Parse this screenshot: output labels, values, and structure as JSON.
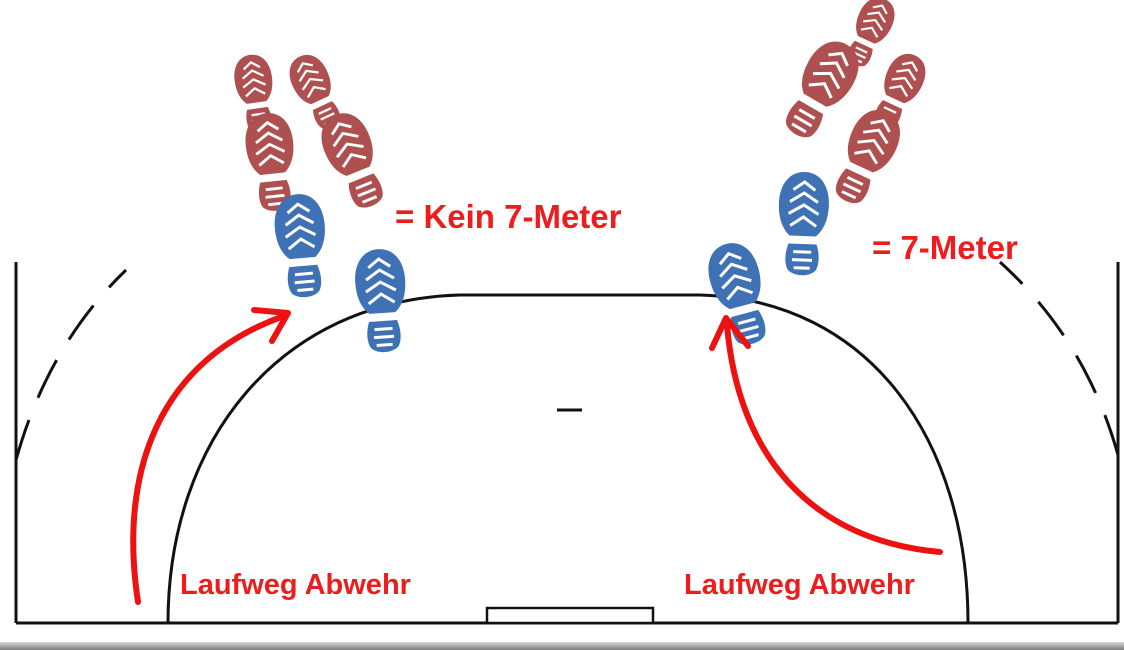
{
  "labels": {
    "no_penalty": "= Kein 7-Meter",
    "penalty": "= 7-Meter",
    "defense_path_left": "Laufweg Abwehr",
    "defense_path_right": "Laufweg Abwehr"
  },
  "colors": {
    "text_red": "#ee1c1c",
    "arrow_red": "#ee1111",
    "shoe_blue": "#3f72b4",
    "shoe_prior_red": "#a63d3d",
    "court_line": "#111111"
  },
  "icons": {
    "shoe_print": "shoe-sole-print-icon"
  }
}
